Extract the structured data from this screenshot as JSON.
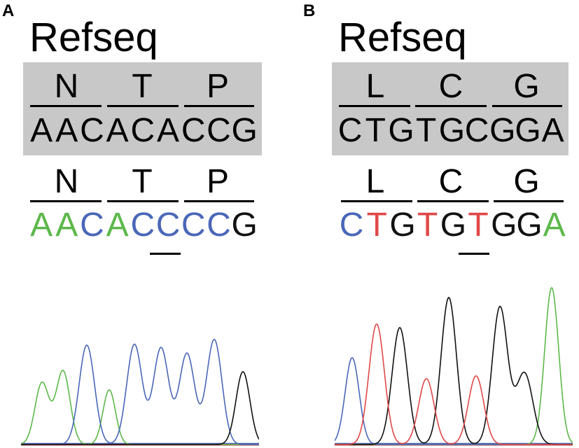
{
  "colors": {
    "A": "#5cb84a",
    "C": "#4a67b8",
    "G": "#111111",
    "T": "#e04848"
  },
  "panels": [
    {
      "letter": "A",
      "title": "Refseq",
      "ref": {
        "aa": [
          "N",
          "T",
          "P"
        ],
        "bases": [
          "A",
          "A",
          "C",
          "A",
          "C",
          "A",
          "C",
          "C",
          "G"
        ]
      },
      "sample": {
        "aa": [
          "N",
          "T",
          "P"
        ],
        "bases": [
          "A",
          "A",
          "C",
          "A",
          "C",
          "C",
          "C",
          "C",
          "G"
        ],
        "base_colors": [
          "A",
          "A",
          "C",
          "A",
          "C",
          "C",
          "C",
          "C",
          "G"
        ],
        "mutation_index": 5
      },
      "trace_peaks": [
        "A",
        "A",
        "C",
        "A",
        "C",
        "C",
        "C",
        "C",
        "G"
      ]
    },
    {
      "letter": "B",
      "title": "Refseq",
      "ref": {
        "aa": [
          "L",
          "C",
          "G"
        ],
        "bases": [
          "C",
          "T",
          "G",
          "T",
          "G",
          "C",
          "G",
          "G",
          "A"
        ]
      },
      "sample": {
        "aa": [
          "L",
          "C",
          "G"
        ],
        "bases": [
          "C",
          "T",
          "G",
          "T",
          "G",
          "T",
          "G",
          "G",
          "A"
        ],
        "base_colors": [
          "C",
          "T",
          "G",
          "T",
          "G",
          "T",
          "G",
          "G",
          "A"
        ],
        "mutation_index": 5
      },
      "trace_peaks": [
        "C",
        "T",
        "G",
        "T",
        "G",
        "T",
        "G",
        "G",
        "A"
      ]
    }
  ]
}
